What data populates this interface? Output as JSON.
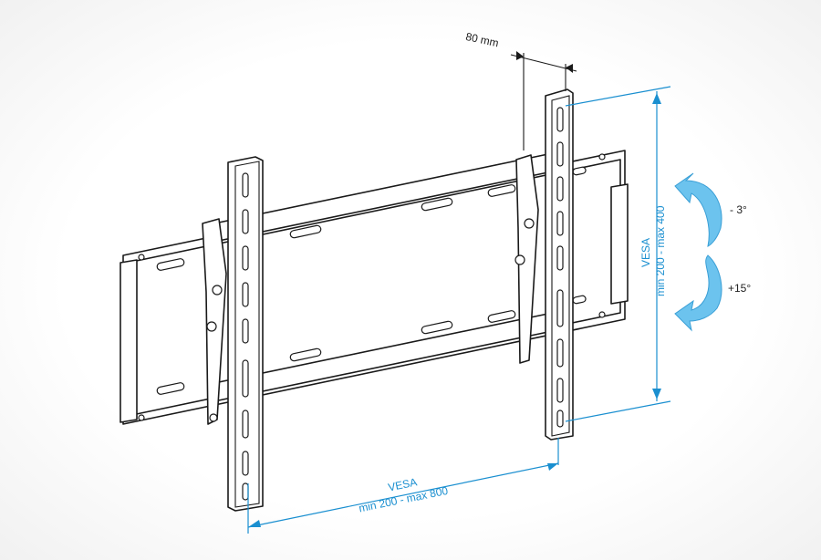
{
  "labels": {
    "depth": "80 mm",
    "vesa_h_title": "VESA",
    "vesa_h_range": "min 200 - max 800",
    "vesa_v_title": "VESA",
    "vesa_v_range": "min 200 - max 400",
    "tilt_up": "- 3°",
    "tilt_down": "+15°"
  },
  "colors": {
    "dimension": "#1a8fd0",
    "arrow": "#6cc3ee",
    "outline": "#1a1a1a"
  }
}
